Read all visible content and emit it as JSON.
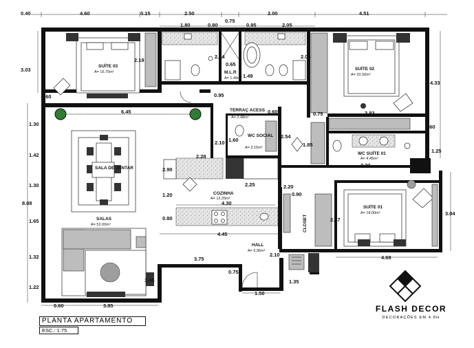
{
  "plan": {
    "title": "PLANTA APARTAMENTO",
    "scale": "ESC.: 1:75"
  },
  "brand": {
    "name": "FLASH DECOR",
    "tagline": "DECORAÇÕES EM 4.8H",
    "logo_icon": "diamond-lattice-icon"
  },
  "rooms": {
    "suite03": {
      "name": "SUÍTE 03",
      "area": "A= 16.75m²"
    },
    "suite02": {
      "name": "SUÍTE 02",
      "area": "A= 20.30m²"
    },
    "suite01": {
      "name": "SUÍTE 01",
      "area": "A= 18.00m²"
    },
    "mlr": {
      "name": "M.L.R",
      "area": "A= 1.49m²"
    },
    "terraco": {
      "name": "TERRAÇ ACESS",
      "area": "A= 2.48m²"
    },
    "wc_social": {
      "name": "WC SOCIAL",
      "area": "A= 3.15m²"
    },
    "wc_suite01": {
      "name": "WC SUÍTE 01",
      "area": "A= 4.45m²"
    },
    "sala_jantar": {
      "name": "SALA DE JANTAR"
    },
    "cozinha": {
      "name": "COZINHA",
      "area": "A= 12.25m²"
    },
    "salas": {
      "name": "SALAS",
      "area": "A= 52.00m²"
    },
    "hall": {
      "name": "HALL",
      "area": "A= 6.95m²"
    },
    "closet": {
      "name": "CLOSET"
    }
  },
  "dims": {
    "t040": "0.40",
    "t460": "4.60",
    "t015": "0.15",
    "t250": "2.50",
    "t075": "0.75",
    "t200": "2.00",
    "t451": "4.51",
    "t180": "1.80",
    "t080": "0.80",
    "t095a": "0.95",
    "t205": "2.05",
    "l303": "3.03",
    "d219": "2.19",
    "d060a": "0.60",
    "d204a": "2.04",
    "d065": "0.65",
    "d149": "1.49",
    "d204b": "2.04",
    "r433": "4.33",
    "d645": "6.45",
    "d095b": "0.95",
    "d060b": "0.60",
    "d075b": "0.75",
    "d383": "3.83",
    "r060": "0.60",
    "l130a": "1.30",
    "d210a": "2.10",
    "d160": "1.60",
    "d254": "2.54",
    "d185": "1.85",
    "r125": "1.25",
    "l142": "1.42",
    "d228": "2.28",
    "d333": "3.33",
    "d290": "2.90",
    "d225": "2.25",
    "d220": "2.20",
    "d090": "0.90",
    "l130b": "1.30",
    "l808": "8.08",
    "d120": "1.20",
    "d430": "4.30",
    "d247": "2.47",
    "r304": "3.04",
    "l165": "1.65",
    "d080": "0.80",
    "d445": "4.45",
    "l132": "1.32",
    "d375": "3.75",
    "d210b": "2.10",
    "d469": "4.69",
    "l122": "1.22",
    "d145": "1.45",
    "d075c": "0.75",
    "d135": "1.35",
    "b060": "0.60",
    "b385": "3.85",
    "b150": "1.50"
  }
}
